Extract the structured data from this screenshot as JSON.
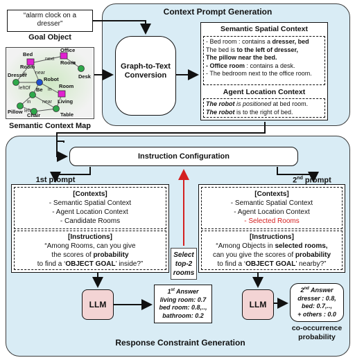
{
  "goal": {
    "query": "“alarm clock on a dresser”",
    "label": "Goal Object"
  },
  "map": {
    "label": "Semantic Context Map",
    "nodes": [
      "Bed Room",
      "Office Room",
      "Desk",
      "Dresser",
      "Robot",
      "Bed",
      "Living Room",
      "Pillow",
      "Chair",
      "Table"
    ],
    "edges": [
      "next to",
      "next to",
      "in",
      "in",
      "near",
      "near",
      "in",
      "leftOf",
      "near",
      "in",
      "leftOf",
      "in"
    ]
  },
  "context_prompt": {
    "title": "Context Prompt Generation",
    "graph_to_text": "Graph-to-Text Conversion",
    "semantic": {
      "title": "Semantic Spatial Context",
      "line1_a": "- Bed room : contains a ",
      "line1_b": "dresser, bed",
      "line2_a": "The bed is ",
      "line2_b": "to the left of dresser,",
      "line3": "The pillow near the bed.",
      "line4_a": "- Office room",
      "line4_b": " : contains a desk.",
      "line5": "- The bedroom next to the office room."
    },
    "agent": {
      "title": "Agent Location Context",
      "line1_a": "The robot",
      "line1_b": " is positioned ",
      "line1_c": "at bed room.",
      "line2_a": "The robot",
      "line2_b": " is to the right of bed."
    }
  },
  "response": {
    "title": "Response Constraint Generation",
    "instruction_config": "Instruction Configuration",
    "first_prompt": {
      "label": "1st prompt",
      "contexts_title": "[Contexts]",
      "contexts": [
        "- Semantic Spatial Context",
        "- Agent Location Context",
        "- Candidate Rooms"
      ],
      "instructions_title": "[Instructions]",
      "instr1": "“Among Rooms, can you give",
      "instr2_a": "the scores of ",
      "instr2_b": "probability",
      "instr3_a": "to find a ‘",
      "instr3_b": "OBJECT GOAL",
      "instr3_c": "’ inside?”"
    },
    "second_prompt": {
      "label_num": "2",
      "label_sup": "nd",
      "label_rest": " prompt",
      "contexts_title": "[Contexts]",
      "contexts": [
        "- Semantic Spatial Context",
        "- Agent Location Context",
        "- Selected Rooms"
      ],
      "instructions_title": "[Instructions]",
      "instr1_a": "“Among Objects in ",
      "instr1_b": "selected rooms,",
      "instr2_a": "can you give the scores of ",
      "instr2_b": "probability",
      "instr3_a": "to find a ‘",
      "instr3_b": "OBJECT GOAL",
      "instr3_c": "’ nearby?”"
    },
    "select_label": [
      "Select",
      "top-2",
      "rooms"
    ],
    "llm": "LLM",
    "answer1": {
      "title_num": "1",
      "title_sup": "st",
      "title_rest": " Answer",
      "lines": [
        "living room: 0.7",
        "bed room: 0.8,..,",
        "bathroom: 0.2"
      ]
    },
    "answer2": {
      "title_num": "2",
      "title_sup": "nd",
      "title_rest": " Answer",
      "lines": [
        "dresser : 0.8,",
        "bed: 0.7,..,",
        "+ others : 0.0"
      ]
    },
    "cooccurrence": [
      "co-occurrence",
      "probability"
    ]
  },
  "colors": {
    "panel": "#d9ecf5",
    "llm": "#f3d4d4",
    "red": "#d42020",
    "node_pink": "#e020d0",
    "node_green": "#2ea84a",
    "node_blue": "#2050d0"
  }
}
